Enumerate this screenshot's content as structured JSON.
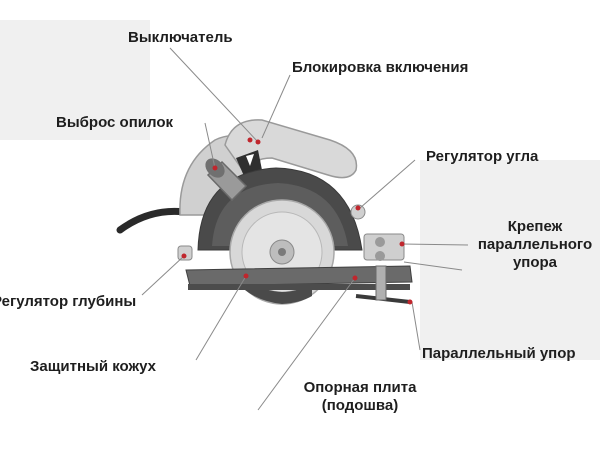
{
  "diagram": {
    "labels": {
      "switch": "Выключатель",
      "lock": "Блокировка включения",
      "dust_outlet": "Выброс опилок",
      "angle_regulator": "Регулятор угла",
      "fence_mount_line1": "Крепеж",
      "fence_mount_line2": "параллельного",
      "fence_mount_line3": "упора",
      "depth_regulator": "Регулятор глубины",
      "parallel_fence": "Параллельный упор",
      "guard": "Защитный кожух",
      "base_plate_line1": "Опорная плита",
      "base_plate_line2": "(подошва)"
    },
    "colors": {
      "body": "#4a4a4a",
      "body_light": "#6e6e6e",
      "handle": "#cfcfcf",
      "blade": "#d6d6d6",
      "marker": "#c0262d",
      "leader": "#8a8a8a"
    }
  }
}
